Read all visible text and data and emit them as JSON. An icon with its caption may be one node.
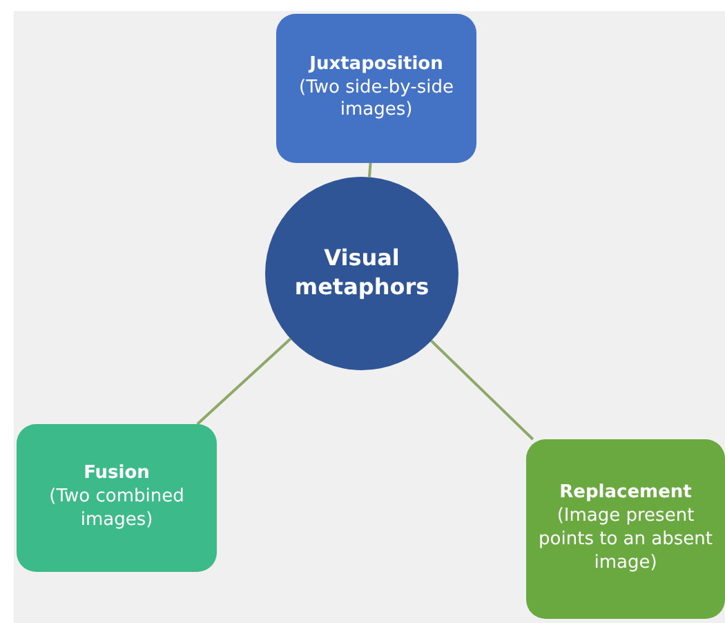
{
  "diagram": {
    "nodes": [
      {
        "text": [
          "Visual metaphors"
        ]
      },
      {
        "text": [
          "Juxtaposition",
          "(Two side-by-side images)"
        ]
      },
      {
        "text": [
          "Fusion",
          "(Two combined images)"
        ]
      },
      {
        "text": [
          "Replacement",
          "(Image present points to an absent image)"
        ]
      }
    ],
    "edges": [
      {
        "from": 0,
        "to": 1,
        "arrow": "none"
      },
      {
        "from": 0,
        "to": 2,
        "arrow": "none"
      },
      {
        "from": 0,
        "to": 3,
        "arrow": "none"
      }
    ]
  }
}
